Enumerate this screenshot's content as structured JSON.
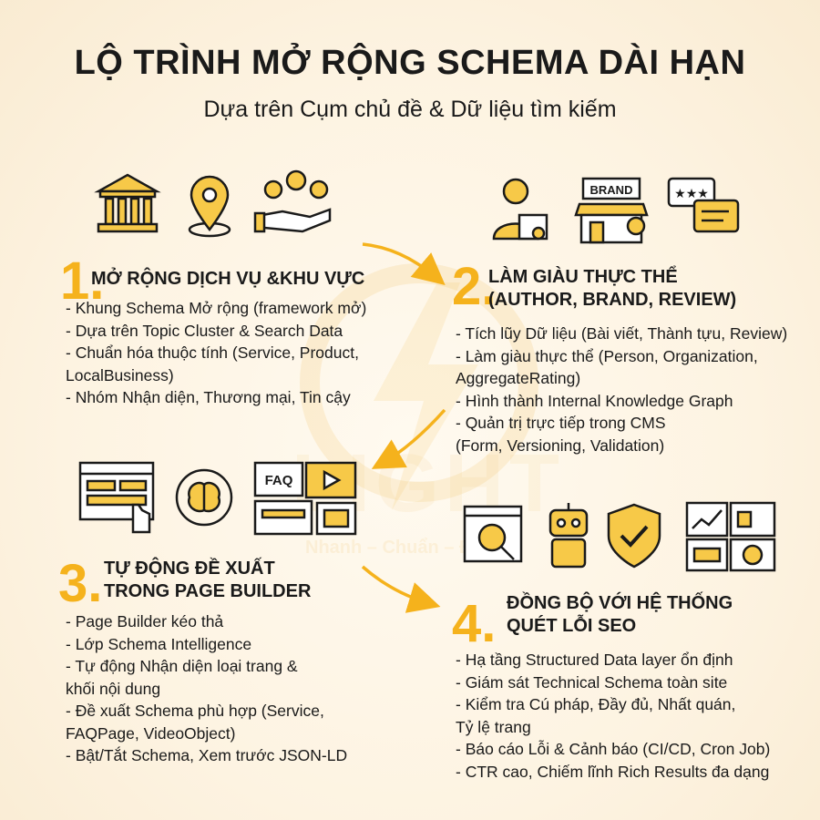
{
  "title": "LỘ TRÌNH MỞ RỘNG SCHEMA DÀI HẠN",
  "subtitle": "Dựa trên Cụm chủ đề & Dữ liệu tìm kiếm",
  "watermark": {
    "brand": "LIGHT",
    "slogan": "Nhanh – Chuẩn – Đẹp"
  },
  "colors": {
    "accent": "#f5b21c",
    "icon_fill": "#f7c948",
    "stroke": "#1a1a1a"
  },
  "sections": [
    {
      "number": "1.",
      "heading_lines": [
        "MỞ RỘNG DỊCH VỤ &KHU VỰC"
      ],
      "icons": [
        "bank-icon",
        "location-pin-icon",
        "hand-coins-icon"
      ],
      "items": [
        "- Khung Schema Mở rộng (framework mở)",
        "- Dựa trên Topic Cluster & Search Data",
        "- Chuẩn hóa thuộc tính (Service, Product,",
        "   LocalBusiness)",
        "- Nhóm Nhận diện, Thương mại, Tin cậy"
      ]
    },
    {
      "number": "2.",
      "heading_lines": [
        "LÀM GIÀU THỰC THỂ",
        "(AUTHOR, BRAND, REVIEW)"
      ],
      "icons": [
        "author-certificate-icon",
        "brand-store-icon",
        "review-chat-icon"
      ],
      "brand_label": "BRAND",
      "items": [
        "- Tích lũy Dữ liệu (Bài viết, Thành tựu, Review)",
        "- Làm giàu thực thể (Person, Organization,",
        "   AggregateRating)",
        "- Hình thành Internal Knowledge Graph",
        "- Quản trị trực tiếp trong CMS",
        "  (Form, Versioning, Validation)"
      ]
    },
    {
      "number": "3.",
      "heading_lines": [
        "TỰ ĐỘNG ĐỀ XUẤT",
        "TRONG PAGE BUILDER"
      ],
      "icons": [
        "page-builder-icon",
        "brain-icon",
        "faq-video-icon"
      ],
      "faq_label": "FAQ",
      "items": [
        "- Page Builder kéo thả",
        "- Lớp Schema Intelligence",
        "- Tự động Nhận diện loại trang &",
        "   khối nội dung",
        "- Đề xuất Schema phù hợp (Service,",
        "   FAQPage, VideoObject)",
        "- Bật/Tắt Schema, Xem trước JSON-LD"
      ]
    },
    {
      "number": "4.",
      "heading_lines": [
        "ĐỒNG BỘ VỚI HỆ THỐNG",
        "QUÉT LỖI SEO"
      ],
      "icons": [
        "code-scan-icon",
        "robot-icon",
        "shield-check-icon",
        "dashboard-icon"
      ],
      "items": [
        "- Hạ tầng Structured Data layer ổn định",
        "- Giám sát Technical Schema toàn site",
        "- Kiểm tra Cú pháp, Đầy đủ, Nhất quán,",
        "   Tỷ lệ trang",
        "- Báo cáo Lỗi & Cảnh báo (CI/CD, Cron Job)",
        "- CTR cao, Chiếm lĩnh Rich Results đa dạng"
      ]
    }
  ]
}
